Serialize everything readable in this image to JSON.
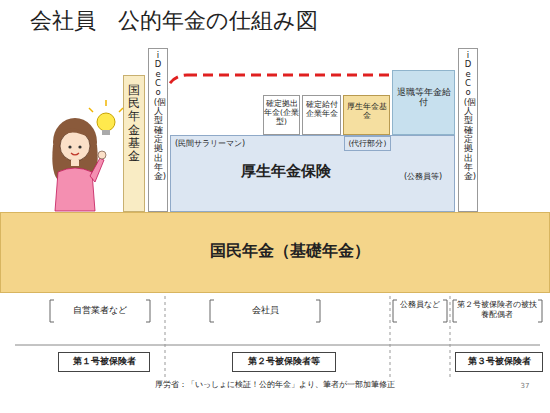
{
  "diagram": {
    "title": "会社員　公的年金の仕組み図",
    "caption": "厚労省：「いっしょに検証！公的年金」より、筆者が一部加筆修正",
    "nodes": [
      {
        "text": [
          "国民年金基金"
        ]
      },
      {
        "text": [
          "iDeCo(個人型確定拠出年金)"
        ]
      },
      {
        "text": [
          "確定拠出年金(企業型)"
        ]
      },
      {
        "text": [
          "確定給付企業年金"
        ]
      },
      {
        "text": [
          "厚生年金基金"
        ]
      },
      {
        "text": [
          "退職等年金給付"
        ]
      },
      {
        "text": [
          "iDeCo(個人型確定拠出年金)"
        ]
      },
      {
        "text": [
          "(民間サラリーマン)",
          "厚生年金保険",
          "(公務員等)"
        ]
      },
      {
        "text": [
          "(代行部分)"
        ],
        "in": 7
      },
      {
        "text": [
          "国民年金（基礎年金）"
        ]
      },
      {
        "text": [
          "第１号被保険者"
        ]
      },
      {
        "text": [
          "第２号被保険者等"
        ]
      },
      {
        "text": [
          "第３号被保険者"
        ]
      }
    ],
    "labels": [
      "自営業者など",
      "会社員",
      "公務員など",
      "第２号被保険者の被扶養配偶者",
      "37"
    ]
  }
}
